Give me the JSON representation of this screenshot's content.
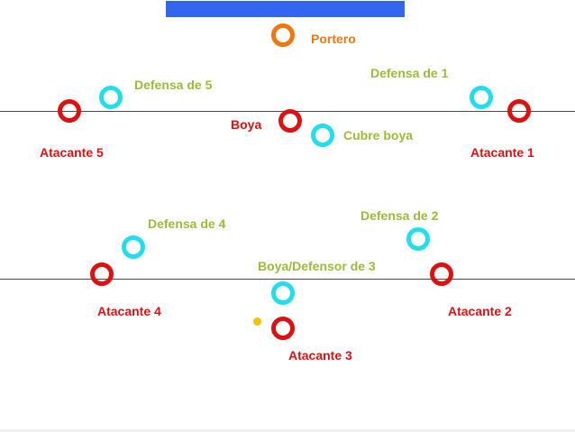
{
  "colors": {
    "goal": "#3366ee",
    "goalkeeper": "#ee7711",
    "attacker": "#dd1111",
    "defender": "#22ddee",
    "defender_label": "#9bbb3a",
    "ball": "#f2c200",
    "line": "#4a4a4a"
  },
  "labels": {
    "goalkeeper": "Portero",
    "center_forward": "Boya",
    "center_defender": "Cubre boya",
    "defender_1": "Defensa de 1",
    "defender_2": "Defensa de 2",
    "defender_3": "Boya/Defensor de 3",
    "defender_4": "Defensa de 4",
    "defender_5": "Defensa de 5",
    "attacker_1": "Atacante 1",
    "attacker_2": "Atacante 2",
    "attacker_3": "Atacante 3",
    "attacker_4": "Atacante 4",
    "attacker_5": "Atacante 5"
  }
}
